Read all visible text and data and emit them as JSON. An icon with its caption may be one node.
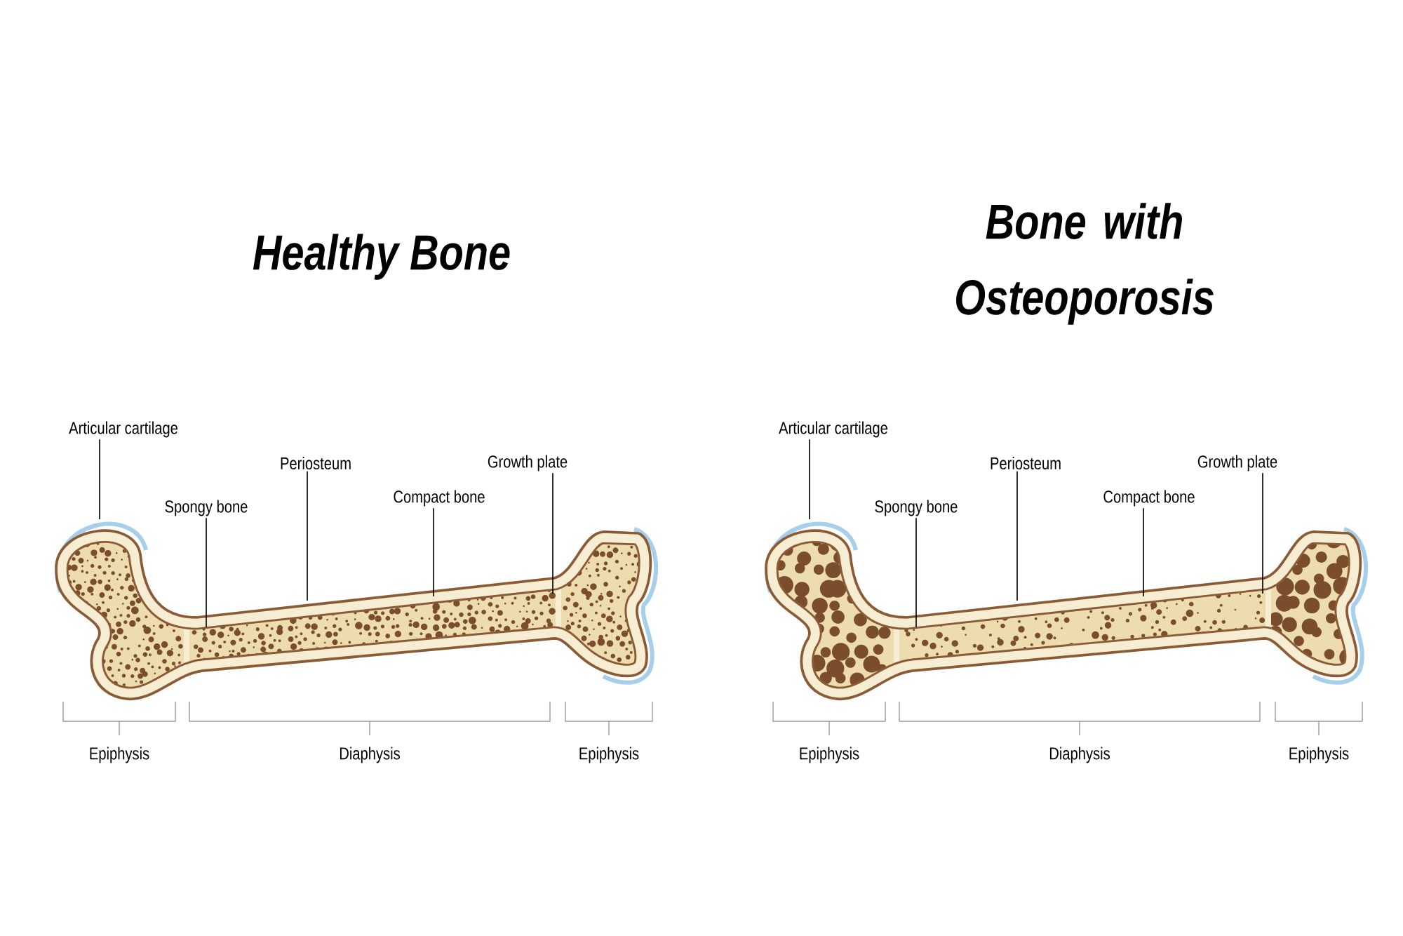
{
  "diagram": {
    "nodes": [
      {
        "text": [],
        "shape": "picture"
      },
      {
        "text": [
          "Articular cartilage"
        ]
      },
      {
        "text": [
          "Spongy bone"
        ]
      },
      {
        "text": [
          "Periosteum"
        ]
      },
      {
        "text": [
          "Compact bone"
        ]
      },
      {
        "text": [
          "Growth plate"
        ]
      },
      {
        "text": [],
        "shape": "picture"
      },
      {
        "text": [
          "Articular cartilage"
        ]
      },
      {
        "text": [
          "Spongy bone"
        ]
      },
      {
        "text": [
          "Periosteum"
        ]
      },
      {
        "text": [
          "Compact bone"
        ]
      },
      {
        "text": [
          "Growth plate"
        ]
      }
    ],
    "edges": [
      {
        "from": 1,
        "to": 0,
        "arrow": "none"
      },
      {
        "from": 2,
        "to": 0,
        "arrow": "none"
      },
      {
        "from": 3,
        "to": 0,
        "arrow": "none"
      },
      {
        "from": 4,
        "to": 0,
        "arrow": "none"
      },
      {
        "from": 5,
        "to": 0,
        "arrow": "none"
      },
      {
        "from": 7,
        "to": 6,
        "arrow": "none"
      },
      {
        "from": 8,
        "to": 6,
        "arrow": "none"
      },
      {
        "from": 9,
        "to": 6,
        "arrow": "none"
      },
      {
        "from": 10,
        "to": 6,
        "arrow": "none"
      },
      {
        "from": 11,
        "to": 6,
        "arrow": "none"
      }
    ],
    "labels": [
      "Healthy Bone",
      "Bone with Osteoporosis",
      "Epiphysis",
      "Diaphysis",
      "Epiphysis",
      "Epiphysis",
      "Diaphysis",
      "Epiphysis"
    ]
  }
}
